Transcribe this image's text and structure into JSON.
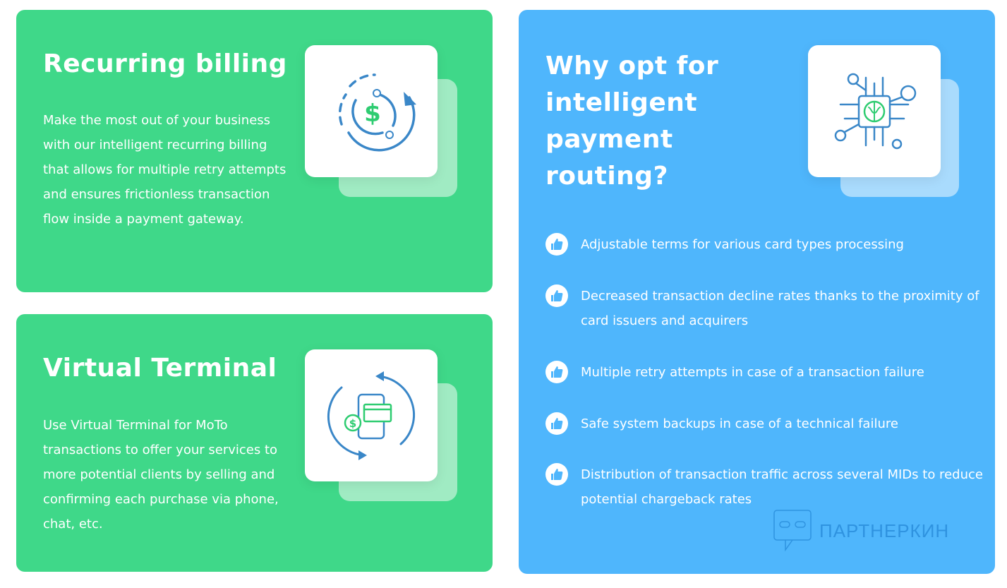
{
  "recurring": {
    "title": "Recurring billing",
    "body": "Make the most out of your business with our intelligent recurring billing that allows for multiple retry attempts and ensures frictionless transaction flow inside a payment gateway.",
    "icon": "recurring-dollar-icon"
  },
  "terminal": {
    "title": "Virtual Terminal",
    "body": "Use Virtual Terminal for MoTo transactions to offer your services to more potential clients by selling and confirming each purchase via phone, chat, etc.",
    "icon": "phone-card-exchange-icon"
  },
  "routing": {
    "title": "Why opt for intelligent payment routing?",
    "icon": "brain-chip-icon",
    "items": [
      "Adjustable terms for various card types processing",
      "Decreased transaction decline rates thanks to the proximity of card issuers and acquirers",
      "Multiple retry attempts in case of a transaction failure",
      "Safe system backups in case of a technical failure",
      "Distribution of transaction traffic across several MIDs to reduce potential chargeback rates"
    ]
  },
  "watermark": "ПАРТНЕРКИН",
  "colors": {
    "green": "#3fd889",
    "blue": "#4fb6fc",
    "icon_blue": "#3a87c8",
    "icon_green": "#2ecc71"
  }
}
